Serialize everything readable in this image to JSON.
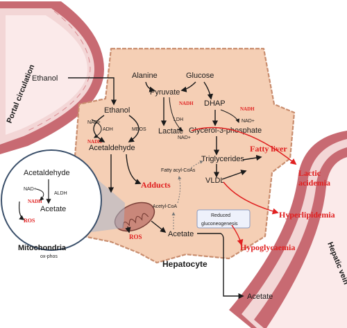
{
  "vessels": {
    "portal": "Portal circulation",
    "hepatic": "Hepatic vein"
  },
  "cell": {
    "title": "Hepatocyte"
  },
  "metabolites": {
    "ethanol_blood": "Ethanol",
    "ethanol": "Ethanol",
    "acetaldehyde": "Acetaldehyde",
    "alanine": "Alanine",
    "glucose": "Glucose",
    "pyruvate": "Pyruvate",
    "dhap": "DHAP",
    "g3p": "Glycerol-3-phosphate",
    "lactate": "Lactate",
    "triglycerides": "Triglycerides",
    "vldl": "VLDL",
    "fatty_acyl_coas": "Fatty acyl-CoAs",
    "acetyl_coa": "Acetyl-CoA",
    "acetate": "Acetate",
    "acetate_out": "Acetate"
  },
  "cofactors": {
    "nad_plus": "NAD+",
    "nadh": "NADH"
  },
  "enzymes": {
    "adh": "ADH",
    "meos": "MEOS",
    "ldh": "LDH",
    "aldh": "ALDH"
  },
  "outcomes": {
    "adducts": "Adducts",
    "ros": "ROS",
    "fatty_liver": "Fatty liver",
    "lactic_line1": "Lactic",
    "lactic_line2": "acidemia",
    "hyperlipidemia": "Hyperlipidemia",
    "hypoglycaemia": "Hypoglycaemia"
  },
  "box": {
    "line1": "Reduced",
    "line2": "gluconeogenesis"
  },
  "mito": {
    "acetaldehyde": "Acetaldehyde",
    "nad_plus": "NAD+",
    "nadh": "NADH",
    "aldh": "ALDH",
    "acetate": "Acetate",
    "ros": "ROS",
    "title": "Mitochondria",
    "subtitle": "ox-phos"
  },
  "colors": {
    "cell_fill": "#f5cfb5",
    "cell_stroke": "#c98d6e",
    "vessel_outer": "#c86a72",
    "vessel_inner": "#f3d6d6",
    "accent_red": "#e02020",
    "mito_fill": "#c9877a"
  }
}
